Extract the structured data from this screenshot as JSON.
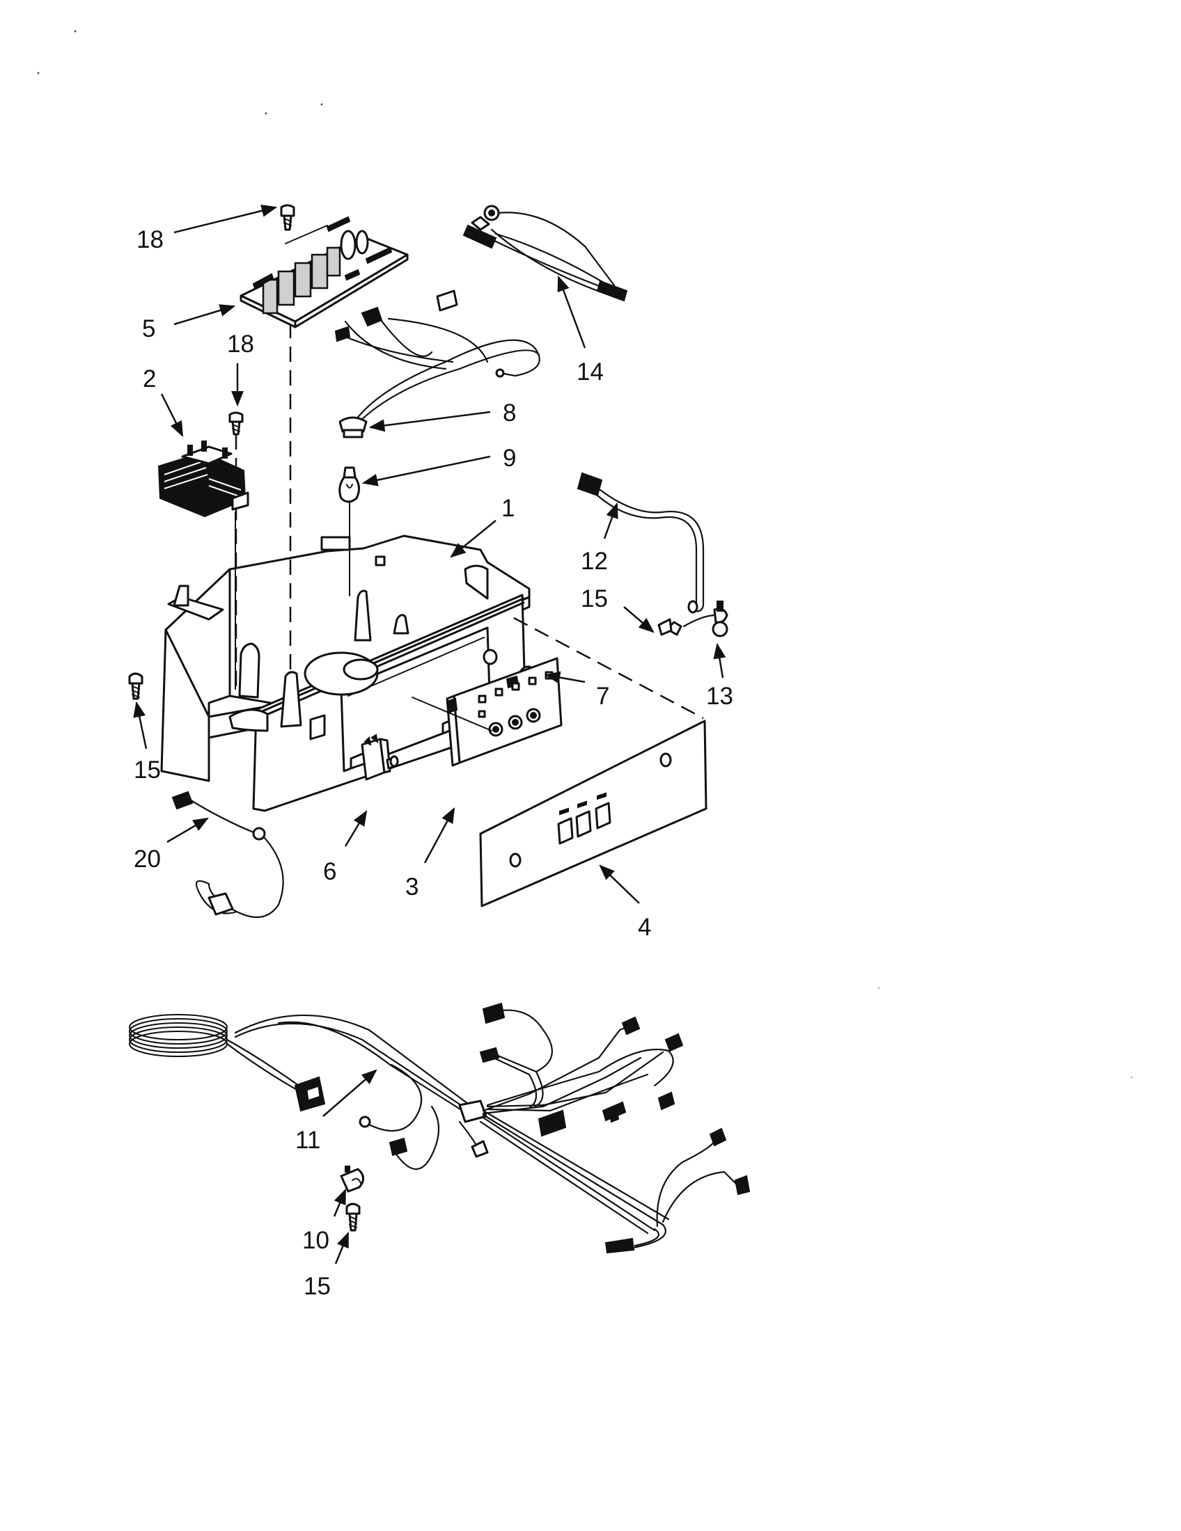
{
  "callouts": {
    "c18a": "18",
    "c5": "5",
    "c18b": "18",
    "c2": "2",
    "c14": "14",
    "c8": "8",
    "c9": "9",
    "c1": "1",
    "c12": "12",
    "c15a": "15",
    "c13": "13",
    "c7": "7",
    "c15b": "15",
    "c20": "20",
    "c6": "6",
    "c3": "3",
    "c4": "4",
    "c11": "11",
    "c10": "10",
    "c15c": "15"
  }
}
